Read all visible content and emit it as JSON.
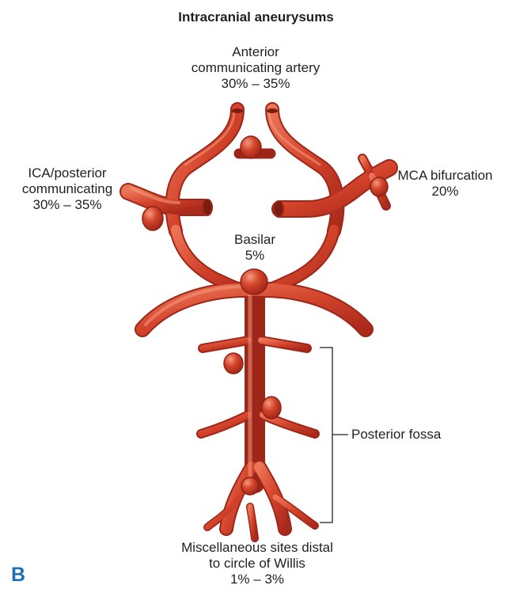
{
  "title": "Intracranial aneurysums",
  "panel_letter": "B",
  "labels": {
    "acom": {
      "line1": "Anterior",
      "line2": "communicating artery",
      "pct": "30% – 35%"
    },
    "ica": {
      "line1": "ICA/posterior",
      "line2": "communicating",
      "pct": "30% – 35%"
    },
    "mca": {
      "line1": "MCA bifurcation",
      "pct": "20%"
    },
    "basilar": {
      "line1": "Basilar",
      "pct": "5%"
    },
    "posterior_fossa": {
      "text": "Posterior fossa"
    },
    "misc": {
      "line1": "Miscellaneous sites distal",
      "line2": "to circle of Willis",
      "pct": "1% – 3%"
    }
  },
  "colors": {
    "artery": "#d2432a",
    "artery_dark": "#a8281a",
    "artery_light": "#ee7a5e",
    "text": "#231f20",
    "panel": "#1f6fb5"
  }
}
